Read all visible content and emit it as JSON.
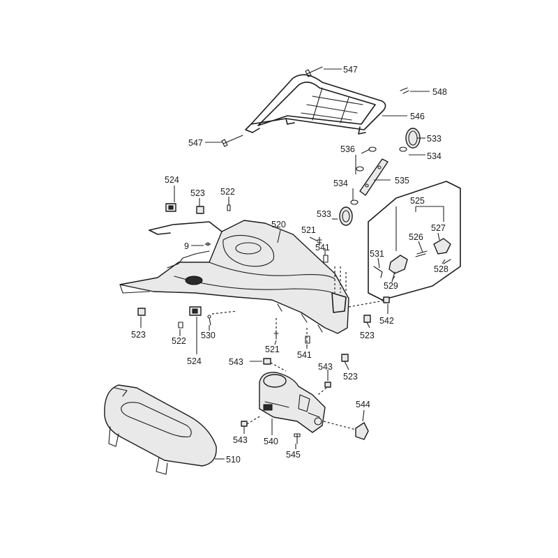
{
  "callouts": {
    "c547_top": "547",
    "c548": "548",
    "c546": "546",
    "c547_left": "547",
    "c533_top": "533",
    "c536": "536",
    "c534_top": "534",
    "c534_mid": "534",
    "c535": "535",
    "c524_top": "524",
    "c523_top": "523",
    "c522_top": "522",
    "c520": "520",
    "c521_top": "521",
    "c541_top": "541",
    "c9": "9",
    "c533_mid": "533",
    "c525": "525",
    "c526": "526",
    "c527": "527",
    "c531": "531",
    "c528": "528",
    "c529": "529",
    "c542": "542",
    "c523_left": "523",
    "c522_bottom": "522",
    "c530": "530",
    "c524_bottom": "524",
    "c521_bottom": "521",
    "c541_bottom": "541",
    "c523_right": "523",
    "c543_top": "543",
    "c543_mid": "543",
    "c523_bottom": "523",
    "c544": "544",
    "c543_left": "543",
    "c540": "540",
    "c545": "545",
    "c510": "510"
  }
}
